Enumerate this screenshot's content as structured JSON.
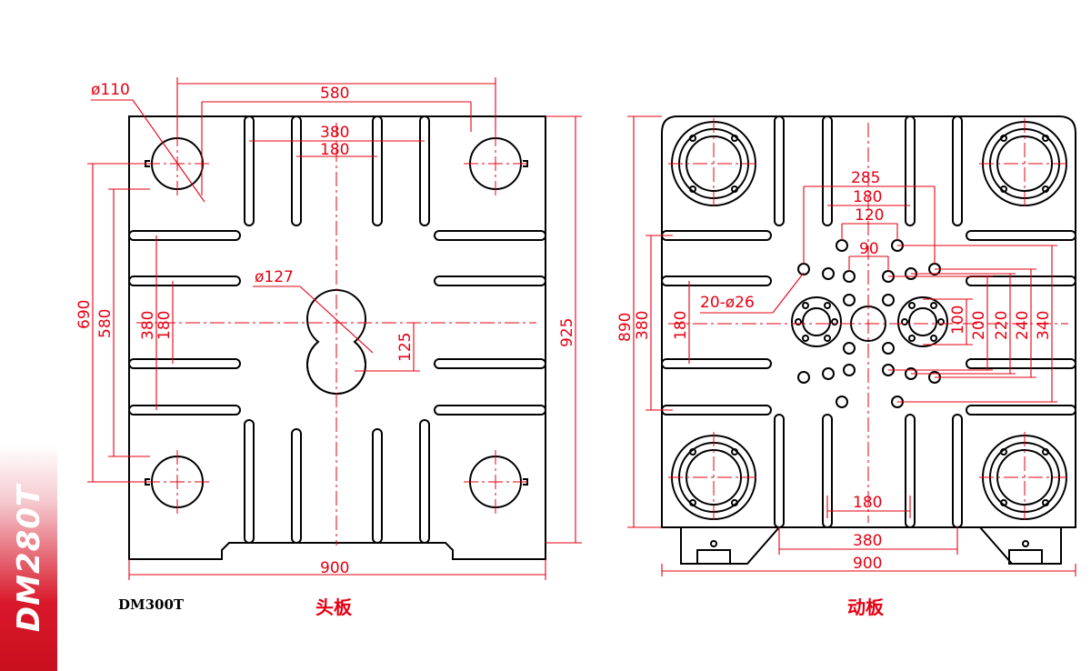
{
  "side_label": "DM280T",
  "model_label": "DM300T",
  "captions": {
    "left": "头板",
    "right": "动板"
  },
  "left_plate": {
    "dims": {
      "d110": "ø110",
      "w580": "580",
      "w380": "380",
      "w180": "180",
      "d127": "ø127",
      "h690": "690",
      "h580": "580",
      "h380": "380",
      "h180": "180",
      "h125": "125",
      "h925": "925",
      "w900": "900"
    }
  },
  "right_plate": {
    "dims": {
      "w285": "285",
      "w180": "180",
      "w120": "120",
      "w90": "90",
      "holes": "20-ø26",
      "h890": "890",
      "h380": "380",
      "h180": "180",
      "h100": "100",
      "h200": "200",
      "h220": "220",
      "h240": "240",
      "h340": "340",
      "b180": "180",
      "b380": "380",
      "w900": "900"
    }
  },
  "colors": {
    "dimension": "#e60012",
    "outline": "#000000"
  }
}
